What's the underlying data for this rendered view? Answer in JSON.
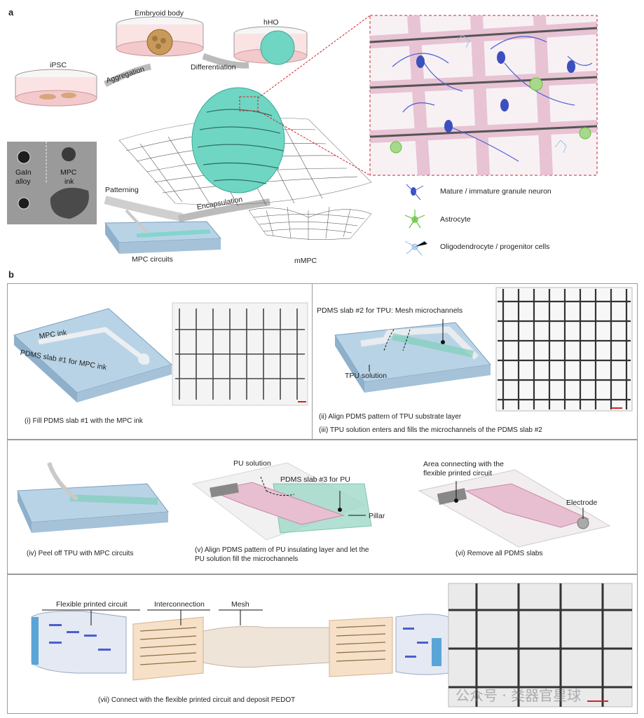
{
  "panel_a": {
    "letter": "a",
    "dishes": {
      "ipsc": "iPSC",
      "embryoid": "Embryoid body",
      "hho": "hHO"
    },
    "arrows": {
      "aggregation": "Aggregation",
      "differentiation": "Differentiation",
      "patterning": "Patterning",
      "encapsulation": "Encapsulation"
    },
    "photo": {
      "galn_line1": "GaIn",
      "galn_line2": "alloy",
      "mpc_line1": "MPC",
      "mpc_line2": "ink"
    },
    "mpc_circuits": "MPC circuits",
    "mmpc": "mMPC",
    "legend": [
      "Mature / immature granule neuron",
      "Astrocyte",
      "Oligodendrocyte / progenitor cells"
    ]
  },
  "panel_b": {
    "letter": "b",
    "step1": {
      "caption": "(i) Fill PDMS slab #1 with the MPC ink",
      "mpc_ink": "MPC ink",
      "slab": "PDMS slab #1 for MPC ink"
    },
    "step2": {
      "caption_ii": "(ii) Align PDMS pattern of TPU substrate layer",
      "caption_iii": "(iii) TPU solution enters and fills the microchannels of the PDMS slab #2",
      "slab2": "PDMS slab #2 for TPU: Mesh microchannels",
      "tpu": "TPU solution"
    },
    "step4": {
      "caption": "(iv) Peel off TPU with MPC circuits"
    },
    "step5": {
      "caption_line1": "(v) Align PDMS pattern of PU insulating layer and let the",
      "caption_line2": "PU solution fill the microchannels",
      "pu": "PU solution",
      "slab3": "PDMS slab #3 for PU",
      "pillar": "Pillar"
    },
    "step6": {
      "caption": "(vi) Remove all PDMS slabs",
      "area_line1": "Area connecting with the",
      "area_line2": "flexible printed circuit",
      "electrode": "Electrode"
    },
    "step7": {
      "caption": "(vii) Connect with the flexible printed circuit and deposit PEDOT",
      "fpc": "Flexible printed circuit",
      "interconnection": "Interconnection",
      "mesh": "Mesh"
    }
  },
  "watermark": "公众号 · 类器官星球",
  "colors": {
    "mesh_pink": "#e7bfd0",
    "organoid": "#6fd6c3",
    "slab_blue": "#a9c6dc",
    "scale_red": "#d2232a",
    "neuron": "#4a5fd0",
    "astrocyte": "#63c13d"
  }
}
